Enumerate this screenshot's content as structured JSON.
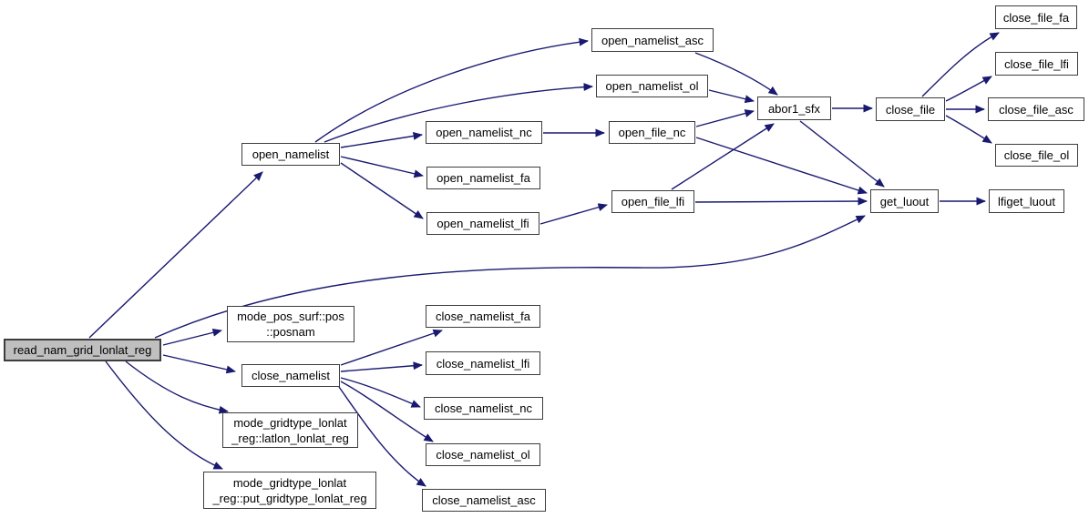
{
  "diagram": {
    "type": "call-graph",
    "root": "read_nam_grid_lonlat_reg",
    "colors": {
      "edge_color": "#191970",
      "node_border": "#3d3d3d",
      "node_fill": "#ffffff",
      "root_fill": "#bfbfbf",
      "bg_color": "#ffffff"
    }
  },
  "nodes": {
    "read_nam_grid_lonlat_reg": {
      "label": "read_nam_grid_lonlat_reg"
    },
    "open_namelist": {
      "label": "open_namelist"
    },
    "open_namelist_asc": {
      "label": "open_namelist_asc"
    },
    "open_namelist_ol": {
      "label": "open_namelist_ol"
    },
    "open_namelist_nc": {
      "label": "open_namelist_nc"
    },
    "open_namelist_fa": {
      "label": "open_namelist_fa"
    },
    "open_namelist_lfi": {
      "label": "open_namelist_lfi"
    },
    "open_file_nc": {
      "label": "open_file_nc"
    },
    "open_file_lfi": {
      "label": "open_file_lfi"
    },
    "abor1_sfx": {
      "label": "abor1_sfx"
    },
    "close_file": {
      "label": "close_file"
    },
    "close_file_fa": {
      "label": "close_file_fa"
    },
    "close_file_lfi": {
      "label": "close_file_lfi"
    },
    "close_file_asc": {
      "label": "close_file_asc"
    },
    "close_file_ol": {
      "label": "close_file_ol"
    },
    "get_luout": {
      "label": "get_luout"
    },
    "lfiget_luout": {
      "label": "lfiget_luout"
    },
    "mode_pos_surf_posnam": {
      "label": "mode_pos_surf::pos\n::posnam"
    },
    "close_namelist": {
      "label": "close_namelist"
    },
    "close_namelist_fa": {
      "label": "close_namelist_fa"
    },
    "close_namelist_lfi": {
      "label": "close_namelist_lfi"
    },
    "close_namelist_nc": {
      "label": "close_namelist_nc"
    },
    "close_namelist_ol": {
      "label": "close_namelist_ol"
    },
    "close_namelist_asc": {
      "label": "close_namelist_asc"
    },
    "latlon_lonlat_reg": {
      "label": "mode_gridtype_lonlat\n_reg::latlon_lonlat_reg"
    },
    "put_gridtype_lonlat_reg": {
      "label": "mode_gridtype_lonlat\n_reg::put_gridtype_lonlat_reg"
    }
  },
  "edges": [
    {
      "from": "read_nam_grid_lonlat_reg",
      "to": "open_namelist"
    },
    {
      "from": "read_nam_grid_lonlat_reg",
      "to": "get_luout"
    },
    {
      "from": "read_nam_grid_lonlat_reg",
      "to": "mode_pos_surf_posnam"
    },
    {
      "from": "read_nam_grid_lonlat_reg",
      "to": "close_namelist"
    },
    {
      "from": "read_nam_grid_lonlat_reg",
      "to": "latlon_lonlat_reg"
    },
    {
      "from": "read_nam_grid_lonlat_reg",
      "to": "put_gridtype_lonlat_reg"
    },
    {
      "from": "open_namelist",
      "to": "open_namelist_asc"
    },
    {
      "from": "open_namelist",
      "to": "open_namelist_ol"
    },
    {
      "from": "open_namelist",
      "to": "open_namelist_nc"
    },
    {
      "from": "open_namelist",
      "to": "open_namelist_fa"
    },
    {
      "from": "open_namelist",
      "to": "open_namelist_lfi"
    },
    {
      "from": "open_namelist_asc",
      "to": "abor1_sfx"
    },
    {
      "from": "open_namelist_ol",
      "to": "abor1_sfx"
    },
    {
      "from": "open_namelist_nc",
      "to": "open_file_nc"
    },
    {
      "from": "open_namelist_lfi",
      "to": "open_file_lfi"
    },
    {
      "from": "open_file_nc",
      "to": "abor1_sfx"
    },
    {
      "from": "open_file_nc",
      "to": "get_luout"
    },
    {
      "from": "open_file_lfi",
      "to": "abor1_sfx"
    },
    {
      "from": "open_file_lfi",
      "to": "get_luout"
    },
    {
      "from": "abor1_sfx",
      "to": "close_file"
    },
    {
      "from": "abor1_sfx",
      "to": "get_luout"
    },
    {
      "from": "close_file",
      "to": "close_file_fa"
    },
    {
      "from": "close_file",
      "to": "close_file_lfi"
    },
    {
      "from": "close_file",
      "to": "close_file_asc"
    },
    {
      "from": "close_file",
      "to": "close_file_ol"
    },
    {
      "from": "get_luout",
      "to": "lfiget_luout"
    },
    {
      "from": "close_namelist",
      "to": "close_namelist_fa"
    },
    {
      "from": "close_namelist",
      "to": "close_namelist_lfi"
    },
    {
      "from": "close_namelist",
      "to": "close_namelist_nc"
    },
    {
      "from": "close_namelist",
      "to": "close_namelist_ol"
    },
    {
      "from": "close_namelist",
      "to": "close_namelist_asc"
    }
  ]
}
